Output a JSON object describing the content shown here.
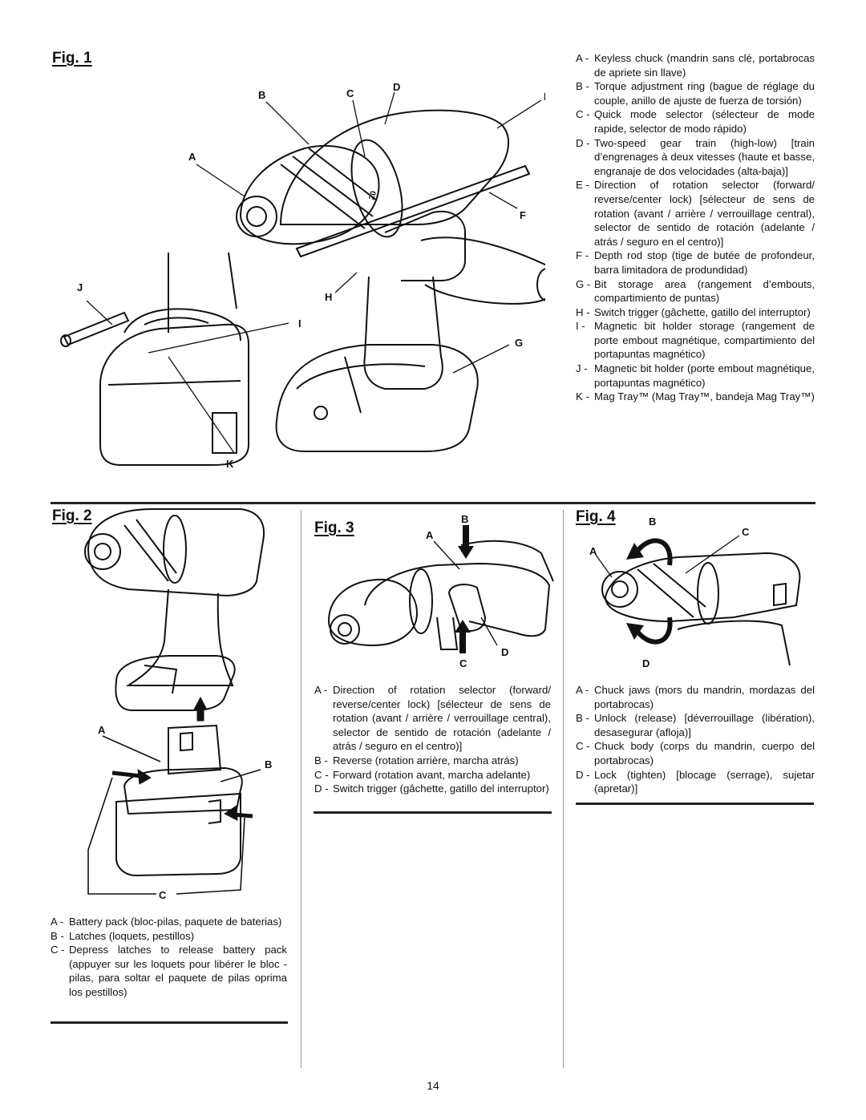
{
  "fig1": {
    "title": "Fig. 1",
    "callouts": [
      "A",
      "B",
      "C",
      "D",
      "E",
      "F",
      "G",
      "H",
      "I",
      "J",
      "K"
    ],
    "scale_mark": "20",
    "legend": [
      {
        "key": "A -",
        "text": "Keyless chuck (mandrin sans clé, portabrocas de apriete sin llave)"
      },
      {
        "key": "B -",
        "text": "Torque adjustment ring (bague de réglage du couple, anillo de ajuste de fuerza de torsión)"
      },
      {
        "key": "C -",
        "text": "Quick mode selector (sélecteur de mode rapide, selector de modo rápido)"
      },
      {
        "key": "D -",
        "text": "Two-speed gear train (high-low) [train d’engrenages à deux vitesses (haute et basse, engranaje de dos velocidades (alta-baja)]"
      },
      {
        "key": "E -",
        "text": "Direction of rotation selector (forward/ reverse/center lock) [sélecteur de sens de rotation (avant / arrière / verrouillage central), selector de sentido de rotación (adelante / atrás / seguro en el centro)]"
      },
      {
        "key": "F -",
        "text": "Depth rod stop (tige de butée de profondeur, barra limitadora de produndidad)"
      },
      {
        "key": "G -",
        "text": "Bit storage area (rangement d’embouts, compartimiento de puntas)"
      },
      {
        "key": "H -",
        "text": "Switch trigger (gâchette, gatillo del interruptor)"
      },
      {
        "key": "I -",
        "text": "Magnetic bit holder storage (rangement de porte embout magnétique, compartimiento del portapuntas magnético)"
      },
      {
        "key": "J -",
        "text": "Magnetic bit holder (porte embout magnétique, portapuntas magnético)"
      },
      {
        "key": "K -",
        "text": "Mag Tray™ (Mag Tray™, bandeja Mag Tray™)"
      }
    ]
  },
  "fig2": {
    "title": "Fig. 2",
    "callouts": [
      "A",
      "B",
      "C"
    ],
    "legend": [
      {
        "key": "A -",
        "text": "Battery pack (bloc-pilas, paquete de baterias)"
      },
      {
        "key": "B -",
        "text": "Latches (loquets, pestillos)"
      },
      {
        "key": "C -",
        "text": "Depress latches to release battery pack (appuyer sur les loquets pour libérer le bloc -pilas, para soltar el paquete de pilas oprima los pestillos)"
      }
    ]
  },
  "fig3": {
    "title": "Fig. 3",
    "callouts": [
      "A",
      "B",
      "C",
      "D"
    ],
    "legend": [
      {
        "key": "A -",
        "text": "Direction of rotation selector (forward/ reverse/center lock) [sélecteur de sens de rotation (avant / arrière / verrouillage central), selector de sentido de rotación (adelante / atrás / seguro en el centro)]"
      },
      {
        "key": "B -",
        "text": "Reverse (rotation arrière, marcha atrás)"
      },
      {
        "key": "C -",
        "text": "Forward (rotation avant, marcha adelante)"
      },
      {
        "key": "D -",
        "text": "Switch trigger (gâchette, gatillo del interruptor)"
      }
    ]
  },
  "fig4": {
    "title": "Fig. 4",
    "callouts": [
      "A",
      "B",
      "C",
      "D"
    ],
    "legend": [
      {
        "key": "A -",
        "text": "Chuck jaws (mors du mandrin, mordazas del portabrocas)"
      },
      {
        "key": "B -",
        "text": "Unlock (release) [déverrouillage (libération), desasegurar (afloja)]"
      },
      {
        "key": "C -",
        "text": "Chuck body (corps du mandrin, cuerpo del portabrocas)"
      },
      {
        "key": "D -",
        "text": "Lock (tighten) [blocage (serrage), sujetar (apretar)]"
      }
    ]
  },
  "page_number": "14"
}
